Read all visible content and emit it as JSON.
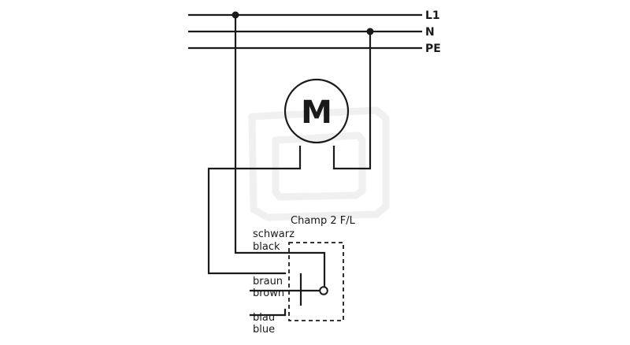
{
  "rails": {
    "l1": "L1",
    "n": "N",
    "pe": "PE"
  },
  "motor": {
    "letter": "M"
  },
  "device": {
    "name": "Champ 2 F/L"
  },
  "wires": {
    "black_de": "schwarz",
    "black_en": "black",
    "brown_de": "braun",
    "brown_en": "brown",
    "blue_de": "blau",
    "blue_en": "blue"
  },
  "colors": {
    "line": "#1a1a1a",
    "background": "#ffffff",
    "watermark": "#f0f0f0"
  }
}
